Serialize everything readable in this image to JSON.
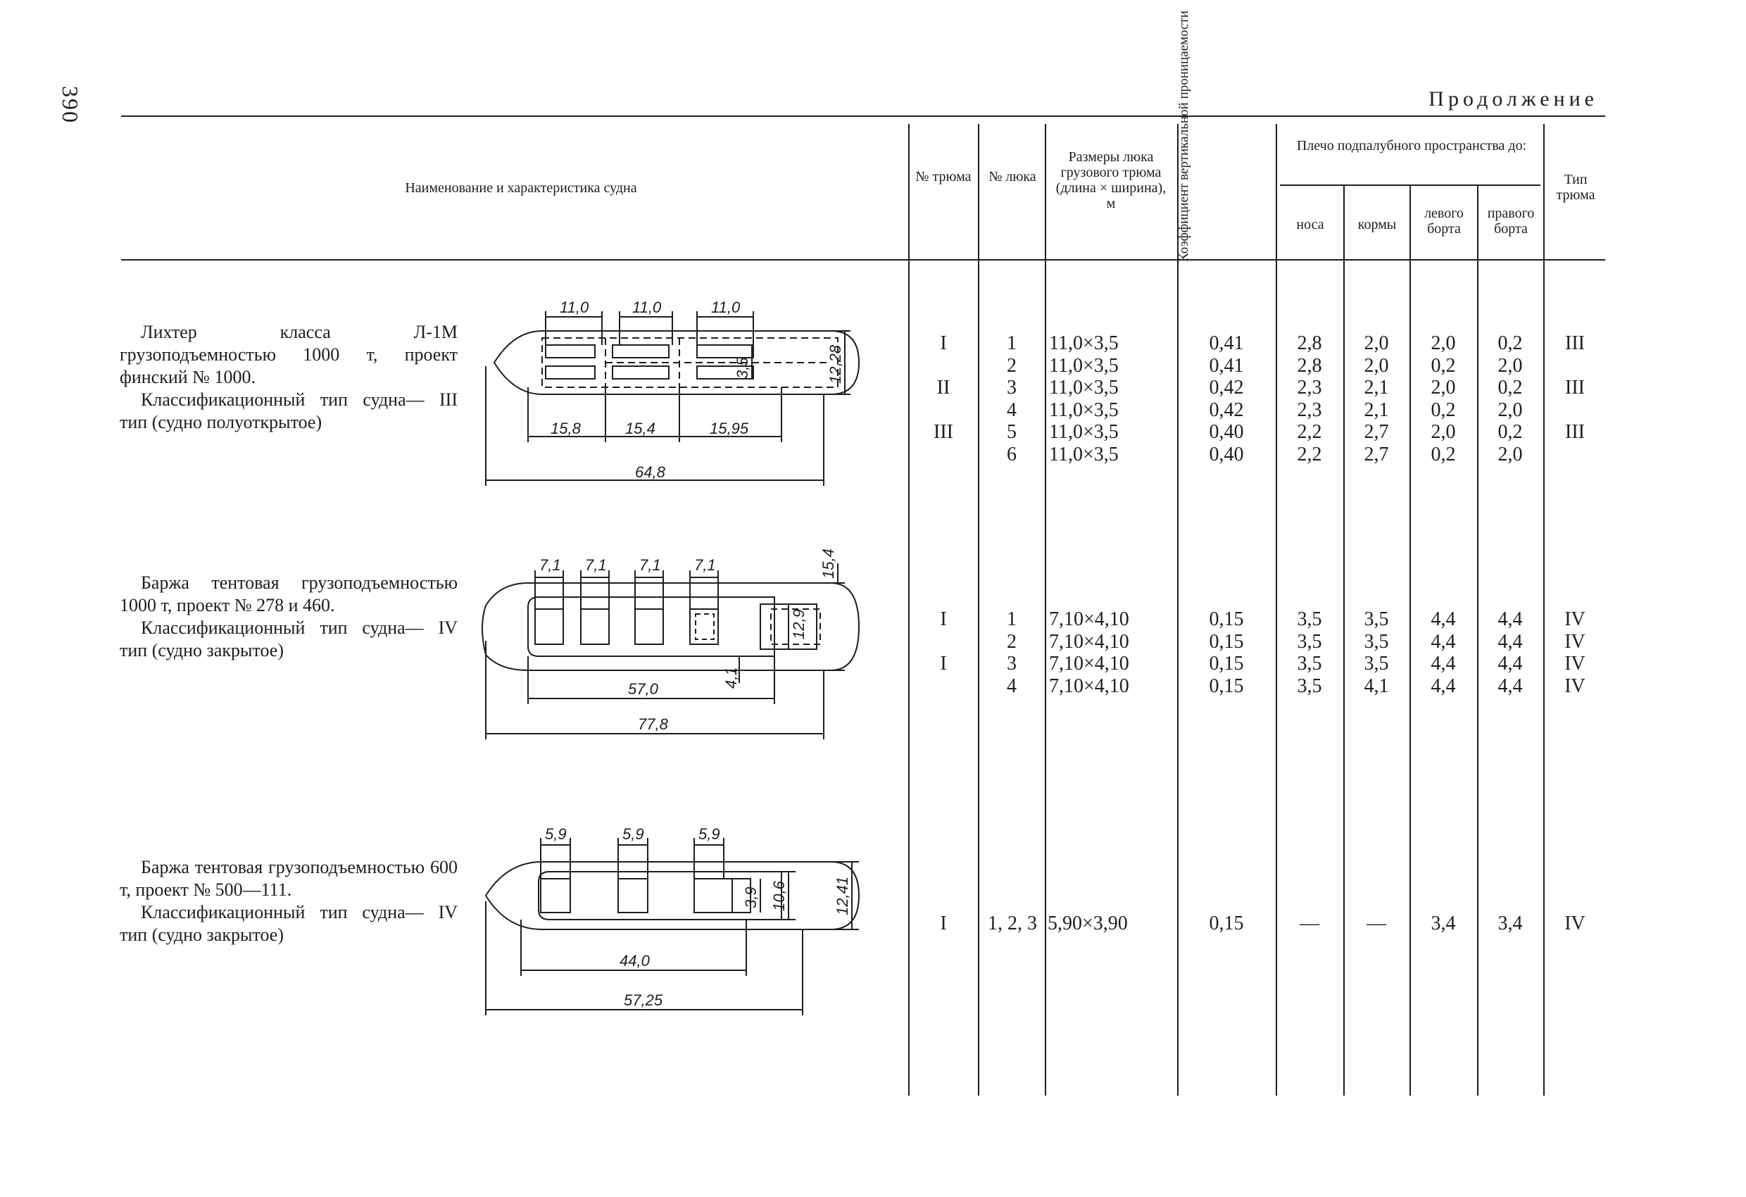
{
  "page": {
    "number": "390",
    "continued": "Продолжение"
  },
  "header": {
    "name": "Наименование и характеристика судна",
    "hold_no": "№ трюма",
    "hatch_no": "№ люка",
    "hatch_size": "Размеры люка грузового трюма (длина × ширина), м",
    "coefficient": "Коэффициент вертикальной проницаемости",
    "arm_group": "Плечо подпалубного пространства до:",
    "arm_bow": "носа",
    "arm_stern": "кормы",
    "arm_left": "левого борта",
    "arm_right": "правого борта",
    "hold_type": "Тип трюма"
  },
  "vessels": [
    {
      "description": "Лихтер класса Л-1М грузоподъемностью 1000 т, проект финский № 1000.",
      "classification": "Классификационный тип судна— III тип (судно полуоткрытое)",
      "holds": "I\n\nII\n\nIII",
      "hatches": "1\n2\n3\n4\n5\n6",
      "sizes": "11,0×3,5\n11,0×3,5\n11,0×3,5\n11,0×3,5\n11,0×3,5\n11,0×3,5",
      "coef": "0,41\n0,41\n0,42\n0,42\n0,40\n0,40",
      "bow": "2,8\n2,8\n2,3\n2,3\n2,2\n2,2",
      "stern": "2,0\n2,0\n2,1\n2,1\n2,7\n2,7",
      "left": "2,0\n0,2\n2,0\n0,2\n2,0\n0,2",
      "right": "0,2\n2,0\n0,2\n2,0\n0,2\n2,0",
      "type": "III\n\nIII\n\nIII",
      "dims": {
        "hatch_len": [
          "11,0",
          "11,0",
          "11,0"
        ],
        "hatch_w": "3,5",
        "beam": "12,28",
        "seg": [
          "15,8",
          "15,4",
          "15,95"
        ],
        "overall": "64,8"
      }
    },
    {
      "description": "Баржа тентовая грузоподъемностью 1000 т, проект № 278 и 460.",
      "classification": "Классификационный тип судна— IV тип (судно закрытое)",
      "holds": "I\n\nI",
      "hatches": "1\n2\n3\n4",
      "sizes": "7,10×4,10\n7,10×4,10\n7,10×4,10\n7,10×4,10",
      "coef": "0,15\n0,15\n0,15\n0,15",
      "bow": "3,5\n3,5\n3,5\n3,5",
      "stern": "3,5\n3,5\n3,5\n4,1",
      "left": "4,4\n4,4\n4,4\n4,4",
      "right": "4,4\n4,4\n4,4\n4,4",
      "type": "IV\nIV\nIV\nIV",
      "dims": {
        "hatch_len": [
          "7,1",
          "7,1",
          "7,1",
          "7,1"
        ],
        "beam_top": "15,4",
        "beam_inner": "12,9",
        "hatch_w": "4,1",
        "hold_len": "57,0",
        "overall": "77,8"
      }
    },
    {
      "description": "Баржа тентовая грузоподъемностью 600 т, проект № 500—111.",
      "classification": "Классификационный тип судна— IV тип (судно закрытое)",
      "holds": "I",
      "hatches": "1, 2, 3",
      "sizes": "5,90×3,90",
      "coef": "0,15",
      "bow": "—",
      "stern": "—",
      "left": "3,4",
      "right": "3,4",
      "type": "IV",
      "dims": {
        "hatch_len": [
          "5,9",
          "5,9",
          "5,9"
        ],
        "hatch_w": "3,9",
        "beam_inner": "10,6",
        "beam": "12,41",
        "hold_len": "44,0",
        "overall": "57,25"
      }
    }
  ]
}
